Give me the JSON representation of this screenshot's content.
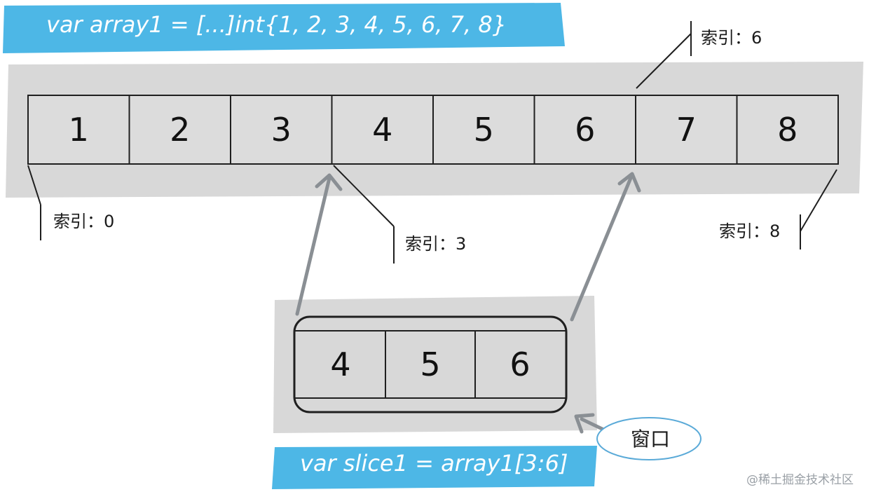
{
  "colors": {
    "banner": "#4db7e6",
    "shade": "#d8d8d8",
    "cell_fill": "#dcdcdc",
    "stroke": "#1f1f1f",
    "arrow": "#8a8f94",
    "bubble": "#5aaad8"
  },
  "array": {
    "banner": "var array1 = [...]int{1, 2, 3, 4, 5, 6, 7, 8}",
    "values": [
      "1",
      "2",
      "3",
      "4",
      "5",
      "6",
      "7",
      "8"
    ]
  },
  "slice": {
    "banner": "var slice1 = array1[3:6]",
    "values": [
      "4",
      "5",
      "6"
    ]
  },
  "index_labels": {
    "i0": "索引：0",
    "i3": "索引：3",
    "i6": "索引：6",
    "i8": "索引：8"
  },
  "window_label": "窗口",
  "watermark": "@稀土掘金技术社区"
}
